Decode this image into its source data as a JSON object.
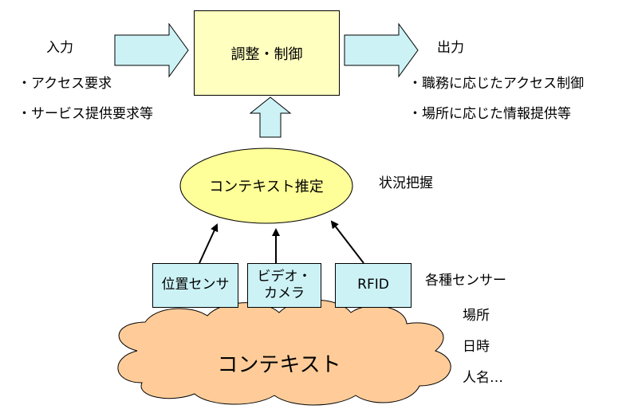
{
  "input": {
    "title": "入力",
    "items": [
      "・アクセス要求",
      "・サービス提供要求等"
    ]
  },
  "control": {
    "label": "調整・制御"
  },
  "output": {
    "title": "出力",
    "items": [
      "・職務に応じたアクセス制御",
      "・場所に応じた情報提供等"
    ]
  },
  "inference": {
    "label": "コンテキスト推定",
    "side_label": "状況把握"
  },
  "sensors": {
    "group_label": "各種センサー",
    "position": "位置センサ",
    "video": "ビデオ・\nカメラ",
    "rfid": "RFID"
  },
  "context": {
    "label": "コンテキスト",
    "examples": [
      "場所",
      "日時",
      "人名…"
    ]
  },
  "colors": {
    "control_fill": "#ffffc0",
    "oval_fill": "#ffff99",
    "arrow_fill": "#ccf2f6",
    "sensor_fill": "#ccf2f6",
    "cloud_fill": "#ffcc99"
  }
}
